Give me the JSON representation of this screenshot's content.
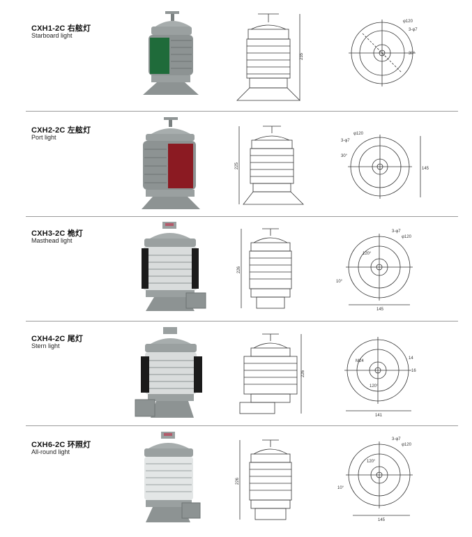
{
  "products": [
    {
      "model": "CXH1-2C 右舷灯",
      "name": "Starboard light",
      "lens_color": "#1f6b3a",
      "side_height": "235",
      "top_dims": [
        "φ120",
        "3-φ7",
        "30°"
      ]
    },
    {
      "model": "CXH2-2C 左舷灯",
      "name": "Port light",
      "lens_color": "#8b1a22",
      "side_height": "225",
      "top_dims": [
        "φ120",
        "3-φ7",
        "30°",
        "145"
      ]
    },
    {
      "model": "CXH3-2C 桅灯",
      "name": "Masthead light",
      "lens_color": "#d9dcdc",
      "side_height": "226",
      "top_dims": [
        "3-φ7",
        "φ120",
        "120°",
        "10°",
        "145"
      ]
    },
    {
      "model": "CXH4-2C 尾灯",
      "name": "Stern light",
      "lens_color": "#d9dcdc",
      "side_height": "226",
      "top_dims": [
        "14",
        "16",
        "M24",
        "120°",
        "141"
      ]
    },
    {
      "model": "CXH6-2C 环照灯",
      "name": "All-round light",
      "lens_color": "#e3e6e6",
      "side_height": "226",
      "top_dims": [
        "3-φ7",
        "φ120",
        "120°",
        "10°",
        "145"
      ]
    }
  ]
}
